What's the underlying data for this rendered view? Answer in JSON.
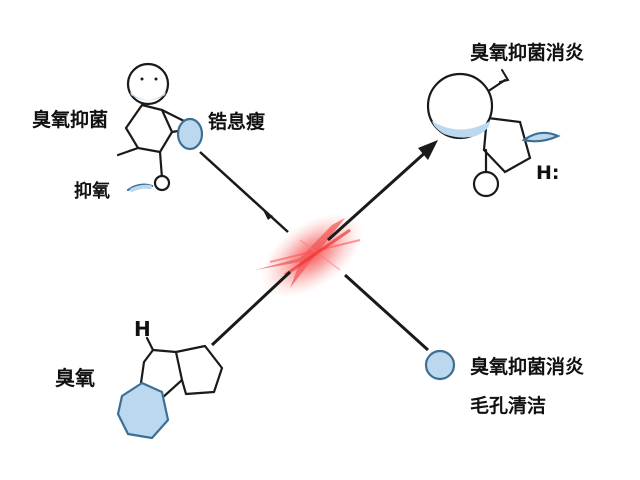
{
  "labels": {
    "top_left_main": "臭氧抑菌",
    "top_left_side": "锆息瘦",
    "top_left_small": "抑氧",
    "top_right_main": "臭氧抑菌消炎",
    "top_right_h": "H:",
    "bottom_left_h": "H",
    "bottom_left_main": "臭氧",
    "bottom_right_line1": "臭氧抑菌消炎",
    "bottom_right_line2": "毛孔清洁"
  },
  "colors": {
    "ink": "#1a1a1a",
    "bubble_fill": "#bcd8ee",
    "bubble_stroke": "#3d6f95",
    "burst": "#f25a5a",
    "background": "#ffffff"
  }
}
